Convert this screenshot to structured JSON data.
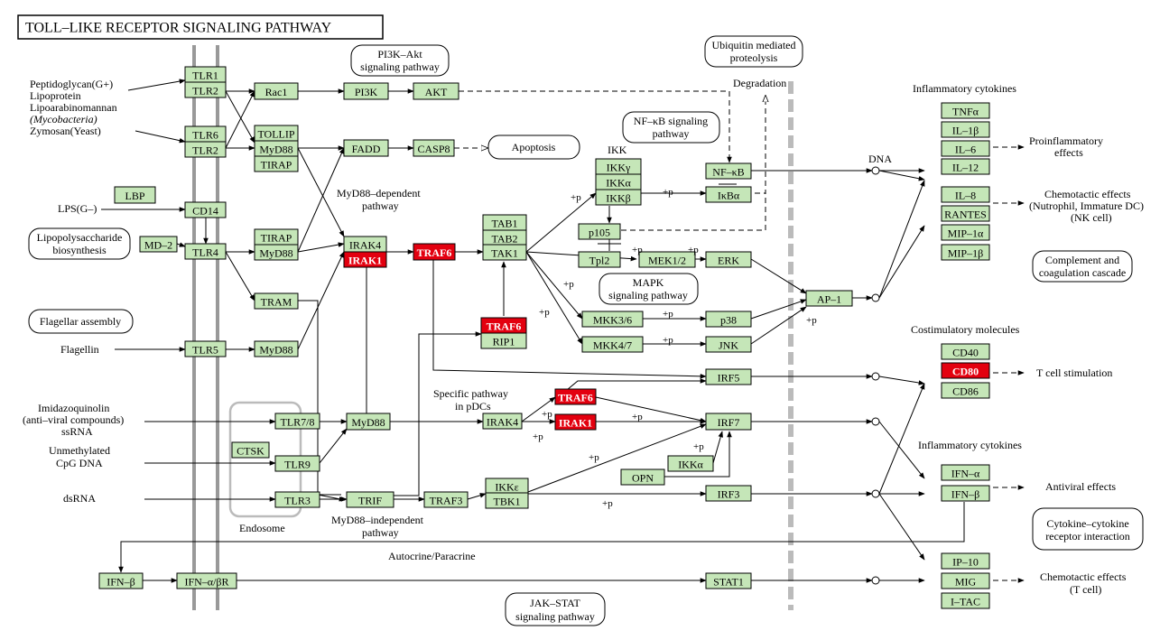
{
  "title": "TOLL–LIKE RECEPTOR SIGNALING PATHWAY",
  "colors": {
    "gene": "#c5e6b8",
    "highlight": "#e3000f",
    "membrane": "#999999",
    "nucleus": "#bbbbbb"
  },
  "genes": {
    "tlr1": "TLR1",
    "tlr2a": "TLR2",
    "tlr6": "TLR6",
    "tlr2b": "TLR2",
    "rac1": "Rac1",
    "pi3k": "PI3K",
    "akt": "AKT",
    "tollip": "TOLLIP",
    "myd88a": "MyD88",
    "tirapa": "TIRAP",
    "fadd": "FADD",
    "casp8": "CASP8",
    "lbp": "LBP",
    "cd14": "CD14",
    "md2": "MD–2",
    "tlr4": "TLR4",
    "tirapb": "TIRAP",
    "myd88b": "MyD88",
    "irak4a": "IRAK4",
    "irak1a": "IRAK1",
    "traf6a": "TRAF6",
    "tab1": "TAB1",
    "tab2": "TAB2",
    "tak1": "TAK1",
    "ikkg": "IKKγ",
    "ikka": "IKKα",
    "ikkb": "IKKβ",
    "nfkb": "NF–κB",
    "ikba": "IκBα",
    "p105": "p105",
    "tpl2": "Tpl2",
    "mek12": "MEK1/2",
    "erk": "ERK",
    "tram": "TRAM",
    "traf6b": "TRAF6",
    "rip1": "RIP1",
    "mkk36": "MKK3/6",
    "p38": "p38",
    "mkk47": "MKK4/7",
    "jnk": "JNK",
    "ap1": "AP–1",
    "tlr5": "TLR5",
    "myd88c": "MyD88",
    "irf5": "IRF5",
    "tlr78": "TLR7/8",
    "myd88d": "MyD88",
    "irak4b": "IRAK4",
    "traf6c": "TRAF6",
    "irak1b": "IRAK1",
    "irf7": "IRF7",
    "ctsk": "CTSK",
    "tlr9": "TLR9",
    "opn": "OPN",
    "ikka2": "IKKα",
    "tlr3": "TLR3",
    "trif": "TRIF",
    "traf3": "TRAF3",
    "ikke": "IKKε",
    "tbk1": "TBK1",
    "irf3": "IRF3",
    "ifnb": "IFN–β",
    "ifnabr": "IFN–α/βR",
    "stat1": "STAT1",
    "tnfa": "TNFα",
    "il1b": "IL–1β",
    "il6": "IL–6",
    "il12": "IL–12",
    "il8": "IL–8",
    "rantes": "RANTES",
    "mip1a": "MIP–1α",
    "mip1b": "MIP–1β",
    "cd40": "CD40",
    "cd80": "CD80",
    "cd86": "CD86",
    "ifna2": "IFN–α",
    "ifnb2": "IFN–β",
    "ip10": "IP–10",
    "mig": "MIG",
    "itac": "I–TAC"
  },
  "pathways": {
    "pi3k_akt": [
      "PI3K–Akt",
      "signaling pathway"
    ],
    "ubiquitin": [
      "Ubiquitin mediated",
      "proteolysis"
    ],
    "apoptosis": [
      "Apoptosis"
    ],
    "nfkb": [
      "NF–κB signaling",
      "pathway"
    ],
    "lps_bio": [
      "Lipopolysaccharide",
      "biosynthesis"
    ],
    "mapk": [
      "MAPK",
      "signaling pathway"
    ],
    "flagellar": [
      "Flagellar assembly"
    ],
    "complement": [
      "Complement and",
      "coagulation cascade"
    ],
    "cytokine": [
      "Cytokine–cytokine",
      "receptor interaction"
    ],
    "jakstat": [
      "JAK–STAT",
      "signaling pathway"
    ]
  },
  "ligands": {
    "pg": "Peptidoglycan(G+)",
    "lipo": "Lipoprotein",
    "lam": "Lipoarabinomannan",
    "myco": "(Mycobacteria)",
    "zymo": "Zymosan(Yeast)",
    "lps": "LPS(G–)",
    "flagellin": "Flagellin",
    "imiq": "Imidazoquinolin",
    "antiviral": "(anti–viral compounds)",
    "ssrna": "ssRNA",
    "unmeth": "Unmethylated",
    "cpg": "CpG DNA",
    "dsrna": "dsRNA"
  },
  "labels": {
    "ikk": "IKK",
    "degradation": "Degradation",
    "dna": "DNA",
    "myd88dep": [
      "MyD88–dependent",
      "pathway"
    ],
    "myd88indep": [
      "MyD88–independent",
      "pathway"
    ],
    "specific": [
      "Specific pathway",
      "in pDCs"
    ],
    "endosome": "Endosome",
    "autocrine": "Autocrine/Paracrine",
    "inflam1": "Inflammatory cytokines",
    "inflam2": "Inflammatory cytokines",
    "costim": "Costimulatory molecules",
    "proinflam": [
      "Proinflammatory",
      "effects"
    ],
    "chemo1": [
      "Chemotactic effects",
      "(Nutrophil, Immature DC)",
      "(NK cell)"
    ],
    "tcell": "T cell stimulation",
    "antiviral": "Antiviral effects",
    "chemo2": [
      "Chemotactic effects",
      "(T cell)"
    ],
    "plus": "+p"
  }
}
